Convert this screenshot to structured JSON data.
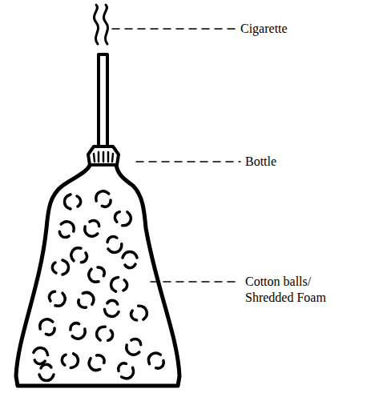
{
  "diagram": {
    "labels": [
      "Cigarette",
      "Bottle",
      "Cotton balls/ Shredded Foam"
    ]
  }
}
